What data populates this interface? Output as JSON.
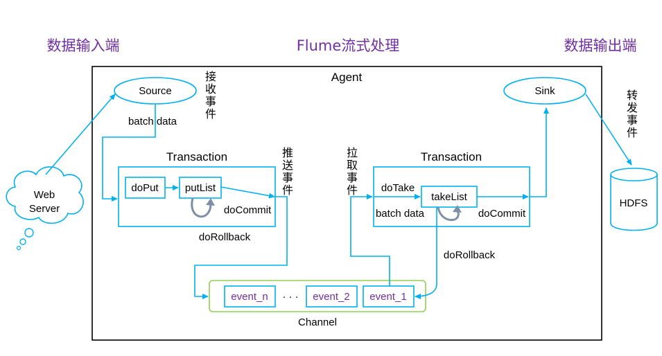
{
  "titles": {
    "input_end": "数据输入端",
    "flume": "Flume流式处理",
    "output_end": "数据输出端"
  },
  "agent": {
    "label": "Agent"
  },
  "web_server": {
    "line1": "Web",
    "line2": "Server"
  },
  "source": {
    "label": "Source",
    "batch_data": "batch data",
    "receive_event": [
      "接",
      "收",
      "事",
      "件"
    ]
  },
  "sink": {
    "label": "Sink",
    "forward_event": [
      "转",
      "发",
      "事",
      "件"
    ]
  },
  "hdfs": {
    "label": "HDFS"
  },
  "put_txn": {
    "title": "Transaction",
    "do_put": "doPut",
    "put_list": "putList",
    "do_commit": "doCommit",
    "do_rollback": "doRollback",
    "push_event": [
      "推",
      "送",
      "事",
      "件"
    ]
  },
  "take_txn": {
    "title": "Transaction",
    "do_take": "doTake",
    "take_list": "takeList",
    "batch_data": "batch data",
    "do_commit": "doCommit",
    "do_rollback": "doRollback",
    "pull_event": [
      "拉",
      "取",
      "事",
      "件"
    ]
  },
  "channel": {
    "label": "Channel",
    "events": [
      "event_n",
      "event_2",
      "event_1"
    ],
    "ellipsis": "· · ·"
  },
  "colors": {
    "accent": "#00b0f0",
    "title": "#7030a0",
    "channel_border": "#92d050"
  }
}
